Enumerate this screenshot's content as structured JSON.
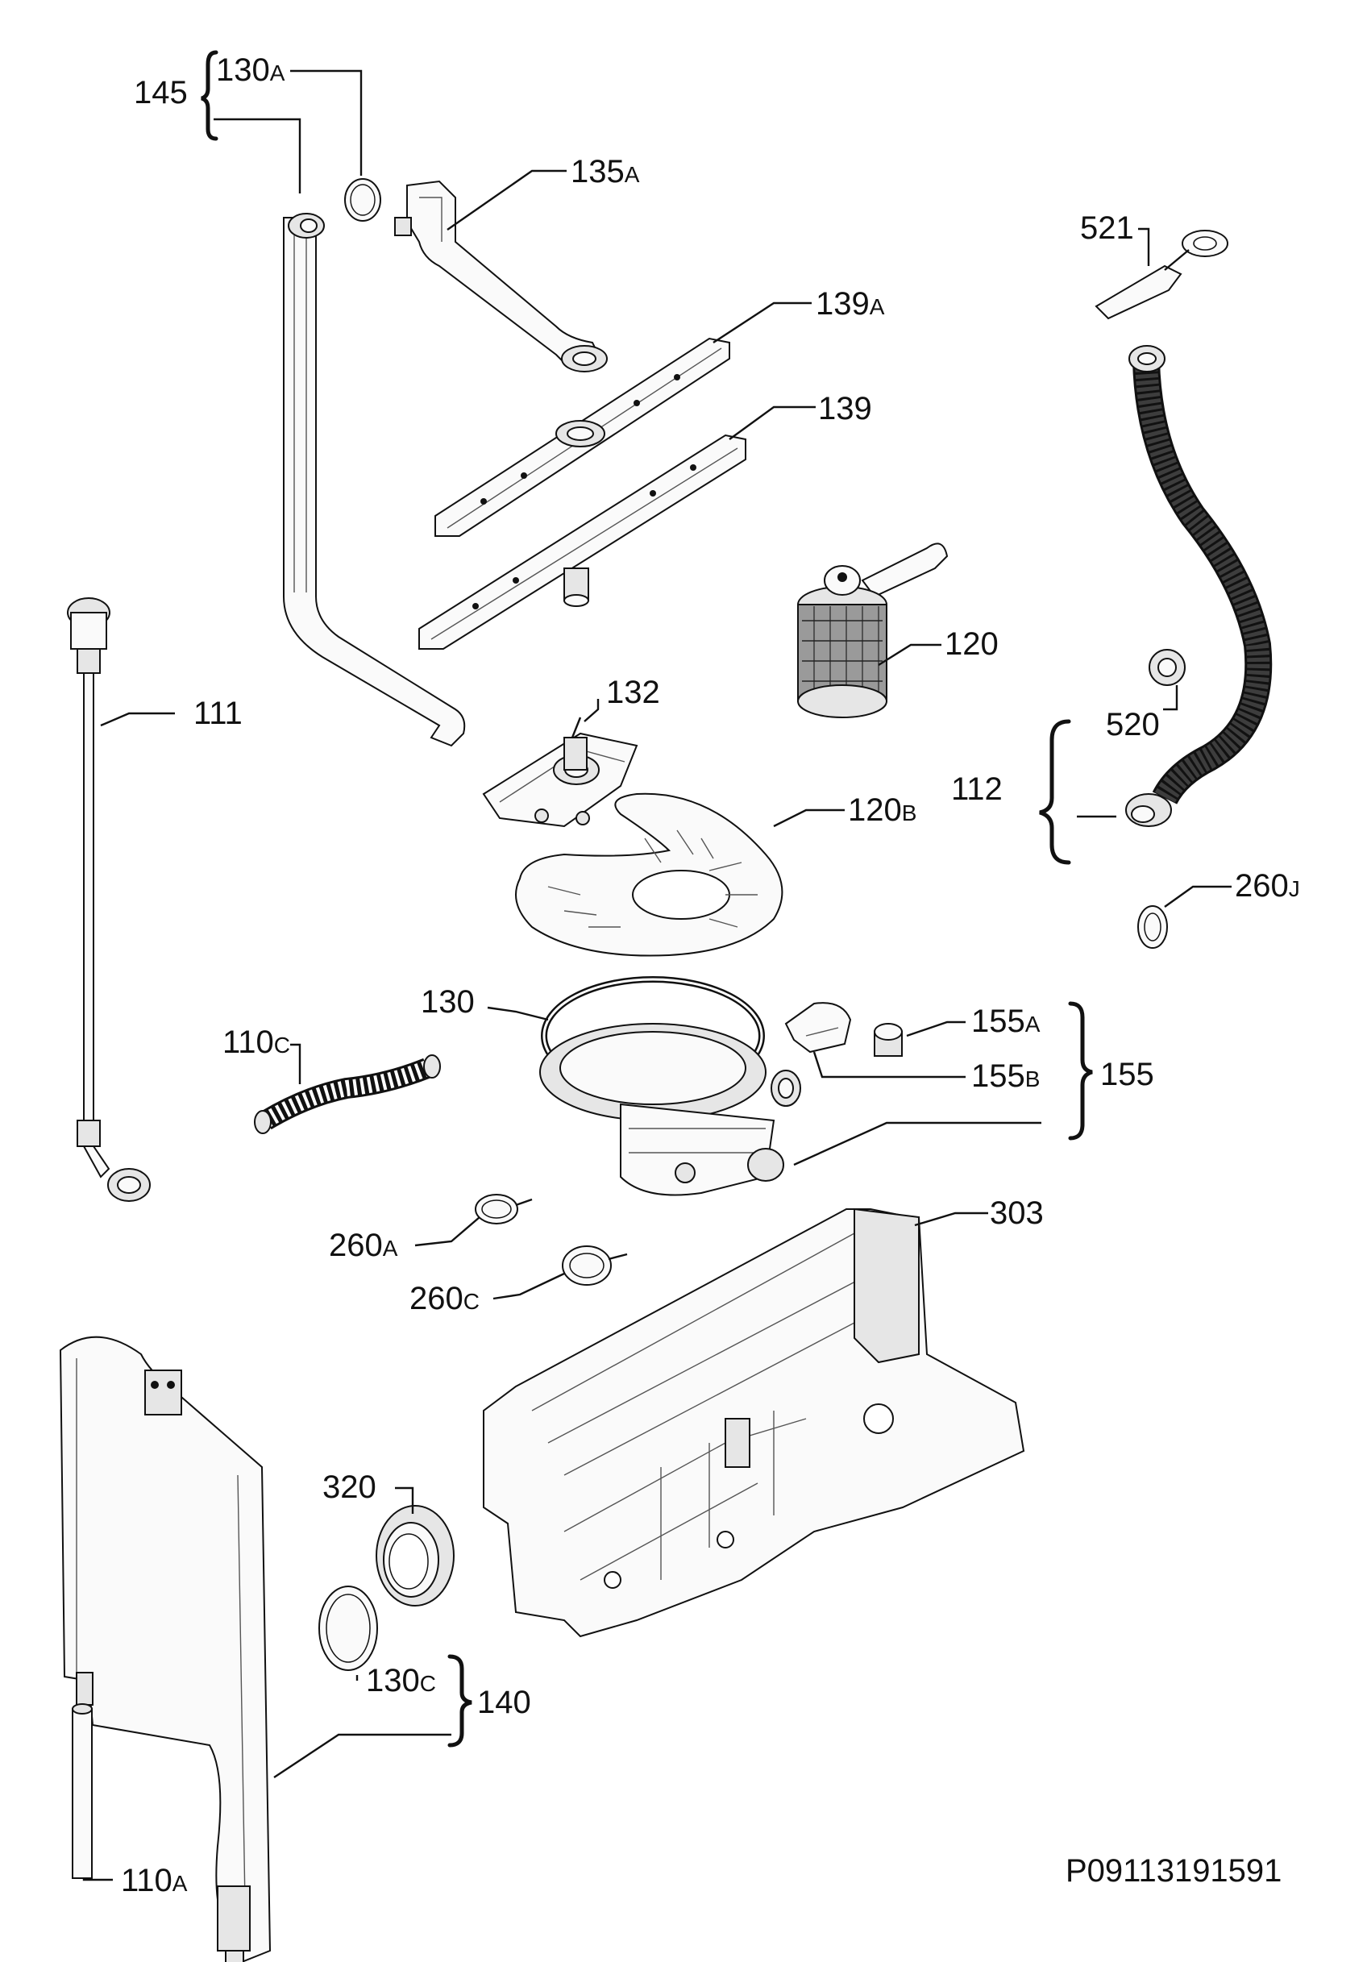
{
  "labels": {
    "l145": {
      "num": "145",
      "suf": ""
    },
    "l130a": {
      "num": "130",
      "suf": "A"
    },
    "l135a": {
      "num": "135",
      "suf": "A"
    },
    "l139a": {
      "num": "139",
      "suf": "A"
    },
    "l139": {
      "num": "139",
      "suf": ""
    },
    "l521": {
      "num": "521",
      "suf": ""
    },
    "l120": {
      "num": "120",
      "suf": ""
    },
    "l111": {
      "num": "111",
      "suf": ""
    },
    "l132": {
      "num": "132",
      "suf": ""
    },
    "l520": {
      "num": "520",
      "suf": ""
    },
    "l112": {
      "num": "112",
      "suf": ""
    },
    "l120b": {
      "num": "120",
      "suf": "B"
    },
    "l260j": {
      "num": "260",
      "suf": "J"
    },
    "l130": {
      "num": "130",
      "suf": ""
    },
    "l110c": {
      "num": "110",
      "suf": "C"
    },
    "l155a": {
      "num": "155",
      "suf": "A"
    },
    "l155b": {
      "num": "155",
      "suf": "B"
    },
    "l155": {
      "num": "155",
      "suf": ""
    },
    "l303": {
      "num": "303",
      "suf": ""
    },
    "l260a": {
      "num": "260",
      "suf": "A"
    },
    "l260c": {
      "num": "260",
      "suf": "C"
    },
    "l320": {
      "num": "320",
      "suf": ""
    },
    "l130c": {
      "num": "130",
      "suf": "C"
    },
    "l140": {
      "num": "140",
      "suf": ""
    },
    "l110a": {
      "num": "110",
      "suf": "A"
    }
  },
  "document_code": "P09113191591"
}
